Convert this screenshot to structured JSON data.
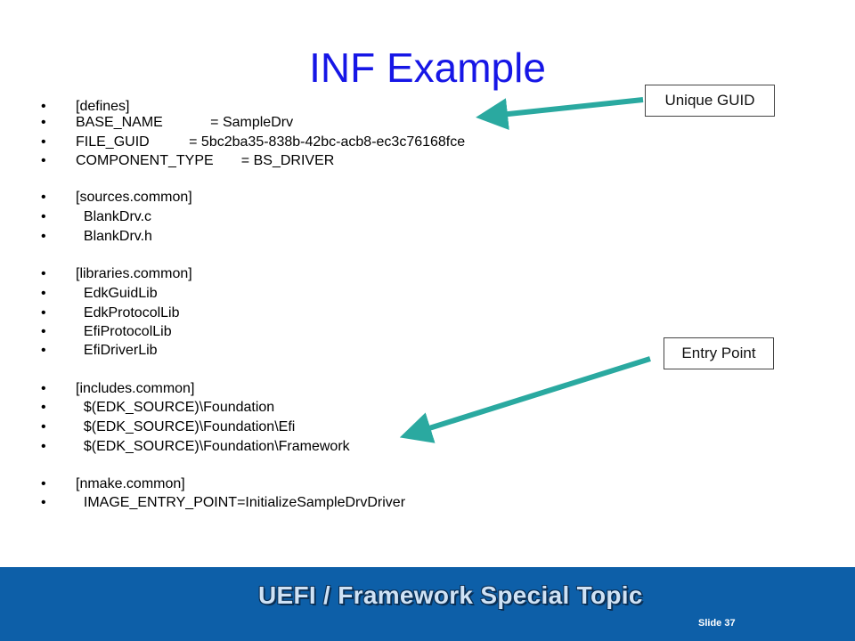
{
  "title": "INF Example",
  "bullet_char": "•",
  "lines": [
    "[defines]",
    "BASE_NAME            = SampleDrv",
    "FILE_GUID          = 5bc2ba35-838b-42bc-acb8-ec3c76168fce",
    "COMPONENT_TYPE       = BS_DRIVER",
    "[sources.common]",
    "  BlankDrv.c",
    "  BlankDrv.h",
    "[libraries.common]",
    "  EdkGuidLib",
    "  EdkProtocolLib",
    "  EfiProtocolLib",
    "  EfiDriverLib",
    "[includes.common]",
    "  $(EDK_SOURCE)\\Foundation",
    "  $(EDK_SOURCE)\\Foundation\\Efi",
    "  $(EDK_SOURCE)\\Foundation\\Framework",
    "[nmake.common]",
    "  IMAGE_ENTRY_POINT=InitializeSampleDrvDriver"
  ],
  "callouts": {
    "guid": "Unique GUID",
    "entry": "Entry Point"
  },
  "footer": {
    "title": "UEFI / Framework Special Topic",
    "slide_number": "Slide 37"
  },
  "colors": {
    "title": "#1616e6",
    "arrow": "#2aa9a0",
    "footer_bg": "#0d5fa8"
  }
}
